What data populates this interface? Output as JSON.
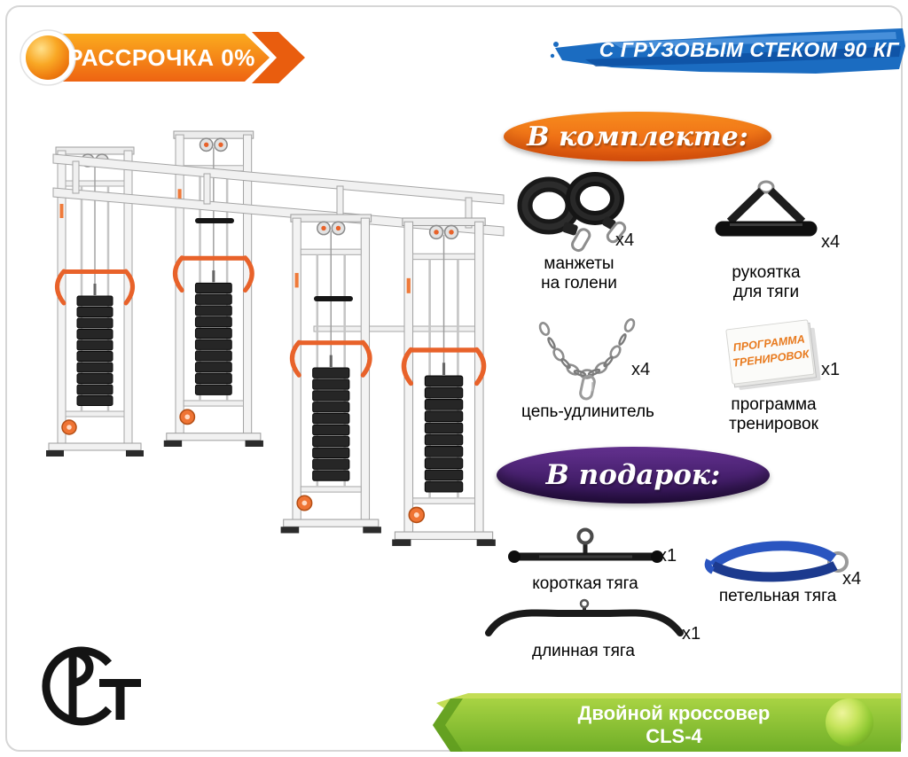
{
  "banners": {
    "installment_label": "РАССРОЧКА 0%",
    "stack_label": "С ГРУЗОВЫМ СТЕКОМ 90 КГ"
  },
  "included": {
    "title": "В комплекте:",
    "items": [
      {
        "line1": "манжеты",
        "line2": "на голени",
        "count": "x4"
      },
      {
        "line1": "рукоятка",
        "line2": "для тяги",
        "count": "x4"
      },
      {
        "line1": "цепь-удлинитель",
        "line2": "",
        "count": "x4"
      },
      {
        "line1": "программа",
        "line2": "тренировок",
        "count": "x1"
      }
    ],
    "program_cover_line1": "ПРОГРАММА",
    "program_cover_line2": "ТРЕНИРОВОК"
  },
  "gift": {
    "title": "В подарок:",
    "items": [
      {
        "label": "короткая тяга",
        "count": "x1"
      },
      {
        "label": "петельная тяга",
        "count": "x4"
      },
      {
        "label": "длинная тяга",
        "count": "x1"
      }
    ]
  },
  "product": {
    "name": "Двойной кроссовер",
    "model": "CLS-4"
  },
  "cert_mark": "РСТ",
  "colors": {
    "accent_orange": "#e8622a",
    "banner_orange": "#ee6312",
    "banner_blue": "#1b6cc1",
    "badge_purple": "#4a2374",
    "banner_green": "#8cc63e"
  }
}
